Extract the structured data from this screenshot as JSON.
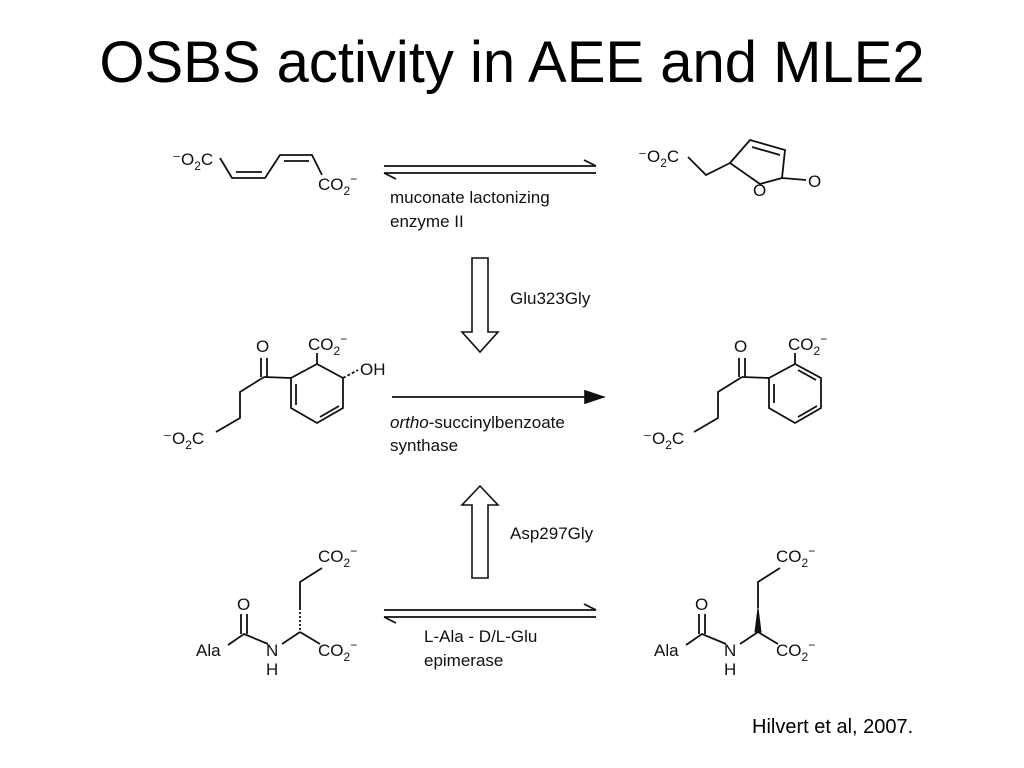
{
  "slide": {
    "title": "OSBS activity in AEE and MLE2",
    "citation": "Hilvert et al, 2007."
  },
  "scheme": {
    "reactions": {
      "mle": {
        "line1": "muconate lactonizing",
        "line2": "enzyme II"
      },
      "osbs": {
        "line1_italic": "ortho",
        "line1_rest": "-succinylbenzoate",
        "line2": "synthase"
      },
      "aee": {
        "line1": "L-Ala - D/L-Glu",
        "line2": "epimerase"
      }
    },
    "mutations": {
      "top": "Glu323Gly",
      "bottom": "Asp297Gly"
    }
  }
}
